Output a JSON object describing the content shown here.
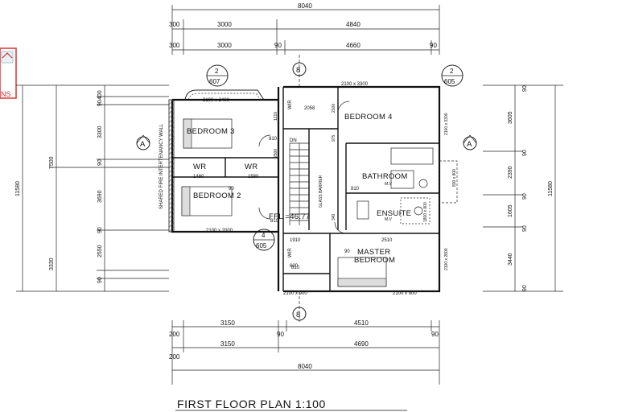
{
  "title": "FIRST FLOOR PLAN  1:100",
  "logo_text": "NS",
  "dimensions": {
    "top_total": "8040",
    "top_row1": [
      "300",
      "3000",
      "4840"
    ],
    "top_row2": [
      "300",
      "3000",
      "90",
      "4660",
      "90"
    ],
    "bottom_row1": [
      "200",
      "3150",
      "90",
      "4510",
      "90"
    ],
    "bottom_row2": [
      "200",
      "3150",
      "4690"
    ],
    "bottom_total": "8040",
    "left_inner": [
      "400",
      "90",
      "3300",
      "90",
      "3690",
      "90",
      "2550",
      "90"
    ],
    "left_mid": [
      "7500",
      "3330"
    ],
    "left_total": "11580",
    "right_inner": [
      "90",
      "3605",
      "90",
      "2390",
      "90",
      "1605",
      "90",
      "3440",
      "90"
    ],
    "right_total": "11580"
  },
  "section_markers": {
    "top_grid": "8",
    "bottom_grid": "8",
    "left_section": "A",
    "right_section": "A",
    "detail_tl": {
      "num": "2",
      "sheet": "607"
    },
    "detail_tr": {
      "num": "2",
      "sheet": "605"
    },
    "detail_bl": {
      "num": "4",
      "sheet": "605"
    }
  },
  "rooms": {
    "bedroom3": "BEDROOM 3",
    "bedroom2": "BEDROOM 2",
    "bedroom4": "BEDROOM 4",
    "bathroom": "BATHROOM",
    "ensuite": "ENSUITE",
    "master_line1": "MASTER",
    "master_line2": "BEDROOM",
    "wr1": "WR",
    "wr2": "WR",
    "wir": "WIR",
    "wir2": "WIR"
  },
  "labels": {
    "window_top": "2100 x 2400",
    "window_top_right": "2100 x 3300",
    "window_bottom_left": "2100 x 2000",
    "window_bottom_mid": "2100 x 900",
    "window_bottom_right": "2100 x 900",
    "window_right_upper": "2100 x 3300",
    "window_right_lower": "2100 x 2800",
    "window_bath": "1800 x 800",
    "dim_2058": "2058",
    "dim_810a": "810",
    "dim_810b": "810",
    "dim_810c": "810",
    "dim_810d": "810",
    "dim_1480": "1480",
    "dim_1580": "1580",
    "dim_90": "90",
    "dim_1910": "1910",
    "dim_2510": "2510",
    "dim_90b": "90",
    "dim_600": "600",
    "dim_2100v": "2100",
    "dim_1210": "1210",
    "dim_975": "975",
    "dim_2500": "2500",
    "dim_340": "340",
    "ffl": "FFL =46.77",
    "dn": "DN",
    "glass": "GLASS BARRIER",
    "shared_wall": "SHARED FIRE INTERTENANCY WALL",
    "mv1": "M.V",
    "mv2": "M.V",
    "bath_window": "800 x 800"
  }
}
